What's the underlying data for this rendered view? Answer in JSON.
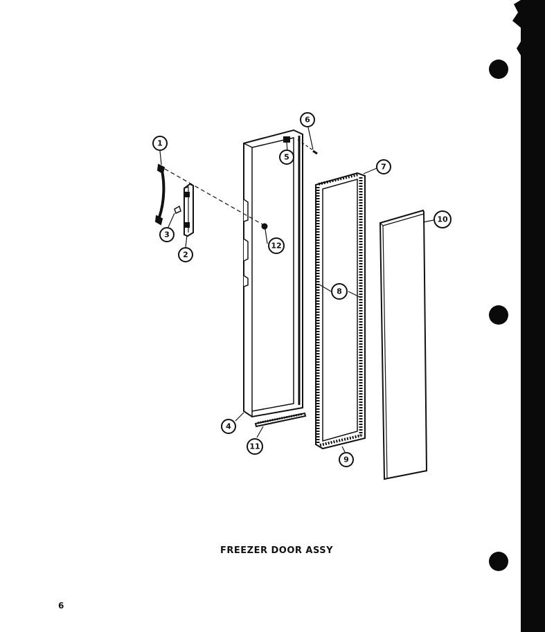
{
  "title": "FREEZER DOOR ASSY",
  "page_number": "6",
  "callouts": [
    {
      "label": "1"
    },
    {
      "label": "2"
    },
    {
      "label": "3"
    },
    {
      "label": "4"
    },
    {
      "label": "5"
    },
    {
      "label": "6"
    },
    {
      "label": "7"
    },
    {
      "label": "8"
    },
    {
      "label": "9"
    },
    {
      "label": "10"
    },
    {
      "label": "11"
    },
    {
      "label": "12"
    }
  ],
  "colors": {
    "ink": "#111111",
    "paper": "#ffffff",
    "binding_strip": "#0a0a0a"
  }
}
